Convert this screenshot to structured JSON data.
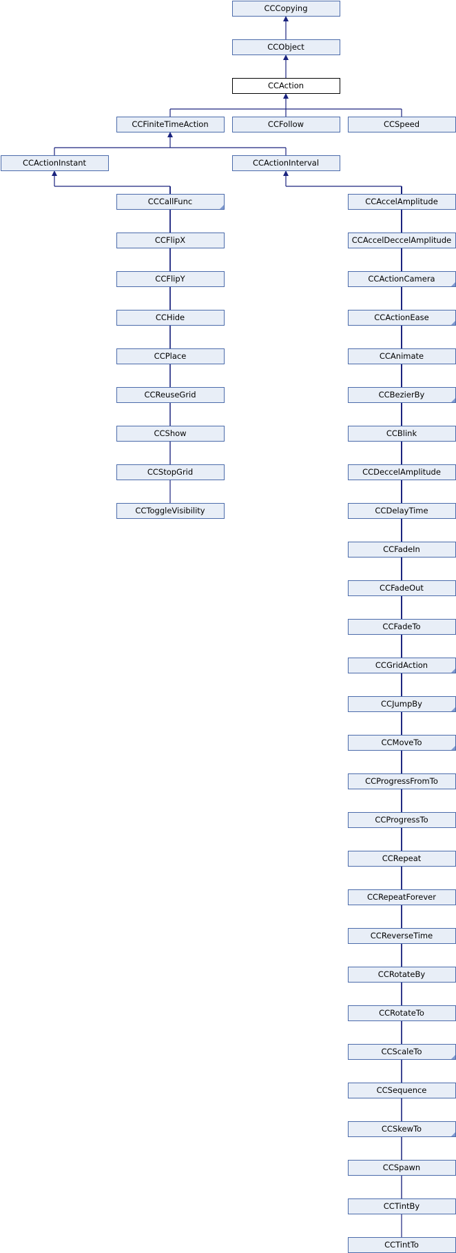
{
  "nodes": [
    {
      "id": "ccopying",
      "label": "CCCopying"
    },
    {
      "id": "ccobject",
      "label": "CCObject"
    },
    {
      "id": "ccaction",
      "label": "CCAction",
      "current": true
    },
    {
      "id": "ccfinitetimeaction",
      "label": "CCFiniteTimeAction"
    },
    {
      "id": "ccfollow",
      "label": "CCFollow"
    },
    {
      "id": "ccspeed",
      "label": "CCSpeed"
    },
    {
      "id": "ccactioninstant",
      "label": "CCActionInstant"
    },
    {
      "id": "ccactioninterval",
      "label": "CCActionInterval"
    },
    {
      "id": "cccallfunc",
      "label": "CCCallFunc",
      "more": true
    },
    {
      "id": "ccflipx",
      "label": "CCFlipX"
    },
    {
      "id": "ccflipy",
      "label": "CCFlipY"
    },
    {
      "id": "cchide",
      "label": "CCHide"
    },
    {
      "id": "ccplace",
      "label": "CCPlace"
    },
    {
      "id": "ccreusegrid",
      "label": "CCReuseGrid"
    },
    {
      "id": "ccshow",
      "label": "CCShow"
    },
    {
      "id": "ccstopgrid",
      "label": "CCStopGrid"
    },
    {
      "id": "cctogglevisibility",
      "label": "CCToggleVisibility"
    },
    {
      "id": "ccaccelamplitude",
      "label": "CCAccelAmplitude"
    },
    {
      "id": "ccacceldeccelamplitude",
      "label": "CCAccelDeccelAmplitude"
    },
    {
      "id": "ccactioncamera",
      "label": "CCActionCamera",
      "more": true
    },
    {
      "id": "ccactionease",
      "label": "CCActionEase",
      "more": true
    },
    {
      "id": "ccanimate",
      "label": "CCAnimate"
    },
    {
      "id": "ccbezierby",
      "label": "CCBezierBy",
      "more": true
    },
    {
      "id": "ccblink",
      "label": "CCBlink"
    },
    {
      "id": "ccdeccelamplitude",
      "label": "CCDeccelAmplitude"
    },
    {
      "id": "ccdelaytime",
      "label": "CCDelayTime"
    },
    {
      "id": "ccfadein",
      "label": "CCFadeIn"
    },
    {
      "id": "ccfadeout",
      "label": "CCFadeOut"
    },
    {
      "id": "ccfadeto",
      "label": "CCFadeTo"
    },
    {
      "id": "ccgridaction",
      "label": "CCGridAction",
      "more": true
    },
    {
      "id": "ccjumpby",
      "label": "CCJumpBy",
      "more": true
    },
    {
      "id": "ccmoveto",
      "label": "CCMoveTo",
      "more": true
    },
    {
      "id": "ccprogressfromto",
      "label": "CCProgressFromTo"
    },
    {
      "id": "ccprogressto",
      "label": "CCProgressTo"
    },
    {
      "id": "ccrepeat",
      "label": "CCRepeat"
    },
    {
      "id": "ccrepeatforever",
      "label": "CCRepeatForever"
    },
    {
      "id": "ccreversetime",
      "label": "CCReverseTime"
    },
    {
      "id": "ccrotateby",
      "label": "CCRotateBy"
    },
    {
      "id": "ccrotateto",
      "label": "CCRotateTo"
    },
    {
      "id": "ccscaleto",
      "label": "CCScaleTo",
      "more": true
    },
    {
      "id": "ccsequence",
      "label": "CCSequence"
    },
    {
      "id": "ccskewto",
      "label": "CCSkewTo",
      "more": true
    },
    {
      "id": "ccspawn",
      "label": "CCSpawn"
    },
    {
      "id": "cctintby",
      "label": "CCTintBy"
    },
    {
      "id": "cctintto",
      "label": "CCTintTo"
    }
  ],
  "edges": [
    {
      "from": "ccobject",
      "to": "ccopying"
    },
    {
      "from": "ccaction",
      "to": "ccobject"
    },
    {
      "from": "ccfinitetimeaction",
      "to": "ccaction"
    },
    {
      "from": "ccfollow",
      "to": "ccaction"
    },
    {
      "from": "ccspeed",
      "to": "ccaction"
    },
    {
      "from": "ccactioninstant",
      "to": "ccfinitetimeaction"
    },
    {
      "from": "ccactioninterval",
      "to": "ccfinitetimeaction"
    },
    {
      "from": "cccallfunc",
      "to": "ccactioninstant"
    },
    {
      "from": "ccflipx",
      "to": "ccactioninstant"
    },
    {
      "from": "ccflipy",
      "to": "ccactioninstant"
    },
    {
      "from": "cchide",
      "to": "ccactioninstant"
    },
    {
      "from": "ccplace",
      "to": "ccactioninstant"
    },
    {
      "from": "ccreusegrid",
      "to": "ccactioninstant"
    },
    {
      "from": "ccshow",
      "to": "ccactioninstant"
    },
    {
      "from": "ccstopgrid",
      "to": "ccactioninstant"
    },
    {
      "from": "cctogglevisibility",
      "to": "ccactioninstant"
    },
    {
      "from": "ccaccelamplitude",
      "to": "ccactioninterval"
    },
    {
      "from": "ccacceldeccelamplitude",
      "to": "ccactioninterval"
    },
    {
      "from": "ccactioncamera",
      "to": "ccactioninterval"
    },
    {
      "from": "ccactionease",
      "to": "ccactioninterval"
    },
    {
      "from": "ccanimate",
      "to": "ccactioninterval"
    },
    {
      "from": "ccbezierby",
      "to": "ccactioninterval"
    },
    {
      "from": "ccblink",
      "to": "ccactioninterval"
    },
    {
      "from": "ccdeccelamplitude",
      "to": "ccactioninterval"
    },
    {
      "from": "ccdelaytime",
      "to": "ccactioninterval"
    },
    {
      "from": "ccfadein",
      "to": "ccactioninterval"
    },
    {
      "from": "ccfadeout",
      "to": "ccactioninterval"
    },
    {
      "from": "ccfadeto",
      "to": "ccactioninterval"
    },
    {
      "from": "ccgridaction",
      "to": "ccactioninterval"
    },
    {
      "from": "ccjumpby",
      "to": "ccactioninterval"
    },
    {
      "from": "ccmoveto",
      "to": "ccactioninterval"
    },
    {
      "from": "ccprogressfromto",
      "to": "ccactioninterval"
    },
    {
      "from": "ccprogressto",
      "to": "ccactioninterval"
    },
    {
      "from": "ccrepeat",
      "to": "ccactioninterval"
    },
    {
      "from": "ccrepeatforever",
      "to": "ccactioninterval"
    },
    {
      "from": "ccreversetime",
      "to": "ccactioninterval"
    },
    {
      "from": "ccrotateby",
      "to": "ccactioninterval"
    },
    {
      "from": "ccrotateto",
      "to": "ccactioninterval"
    },
    {
      "from": "ccscaleto",
      "to": "ccactioninterval"
    },
    {
      "from": "ccsequence",
      "to": "ccactioninterval"
    },
    {
      "from": "ccskewto",
      "to": "ccactioninterval"
    },
    {
      "from": "ccspawn",
      "to": "ccactioninterval"
    },
    {
      "from": "cctintby",
      "to": "ccactioninterval"
    },
    {
      "from": "cctintto",
      "to": "ccactioninterval"
    }
  ],
  "colors": {
    "node_fill": "#e8eef7",
    "node_border": "#4a6aaa",
    "current_node_fill": "#ffffff",
    "current_node_border": "#000000",
    "edge": "#1a237e"
  }
}
